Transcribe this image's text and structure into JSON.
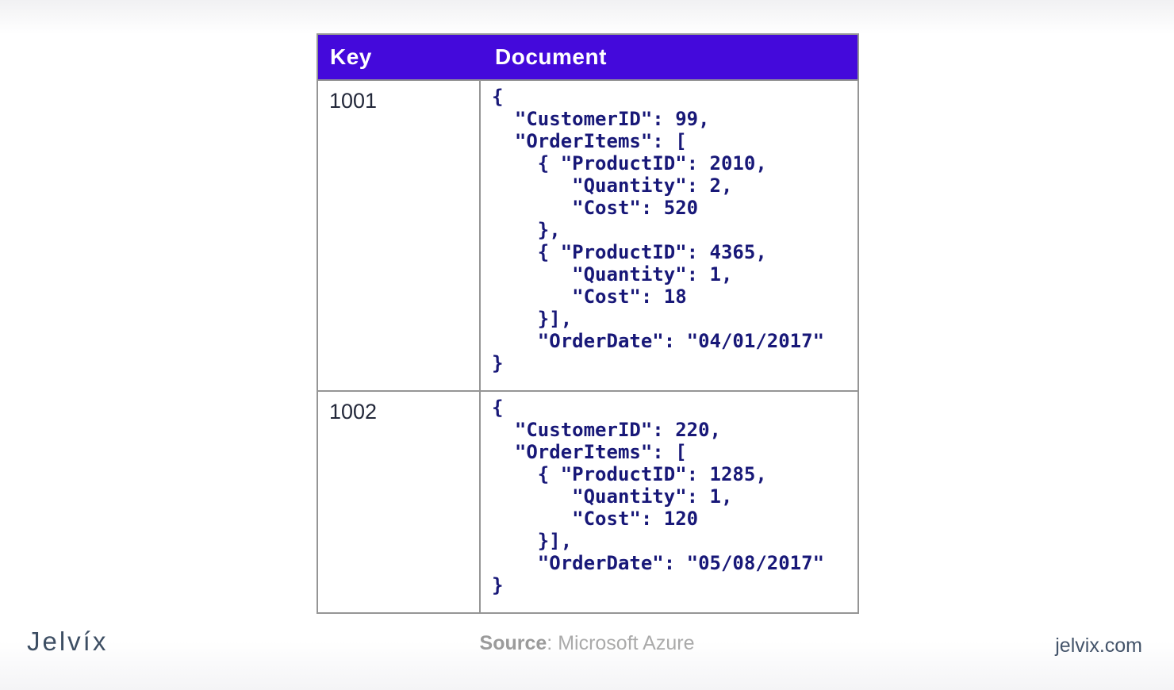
{
  "table": {
    "header": {
      "key_label": "Key",
      "document_label": "Document",
      "bg_color": "#4409db",
      "text_color": "#ffffff"
    },
    "border_color": "#959595",
    "code_color": "#181878",
    "rows": [
      {
        "key": "1001",
        "document_lines": [
          "{",
          "  \"CustomerID\": 99,",
          "  \"OrderItems\": [",
          "    { \"ProductID\": 2010,",
          "       \"Quantity\": 2,",
          "       \"Cost\": 520",
          "    },",
          "    { \"ProductID\": 4365,",
          "       \"Quantity\": 1,",
          "       \"Cost\": 18",
          "    }],",
          "    \"OrderDate\": \"04/01/2017\"",
          "}"
        ]
      },
      {
        "key": "1002",
        "document_lines": [
          "{",
          "  \"CustomerID\": 220,",
          "  \"OrderItems\": [",
          "    { \"ProductID\": 1285,",
          "       \"Quantity\": 1,",
          "       \"Cost\": 120",
          "    }],",
          "    \"OrderDate\": \"05/08/2017\"",
          "}"
        ]
      }
    ]
  },
  "footer": {
    "logo": "Jelvíx",
    "source_label": "Source",
    "source_value": ": Microsoft Azure",
    "website": "jelvix.com"
  }
}
